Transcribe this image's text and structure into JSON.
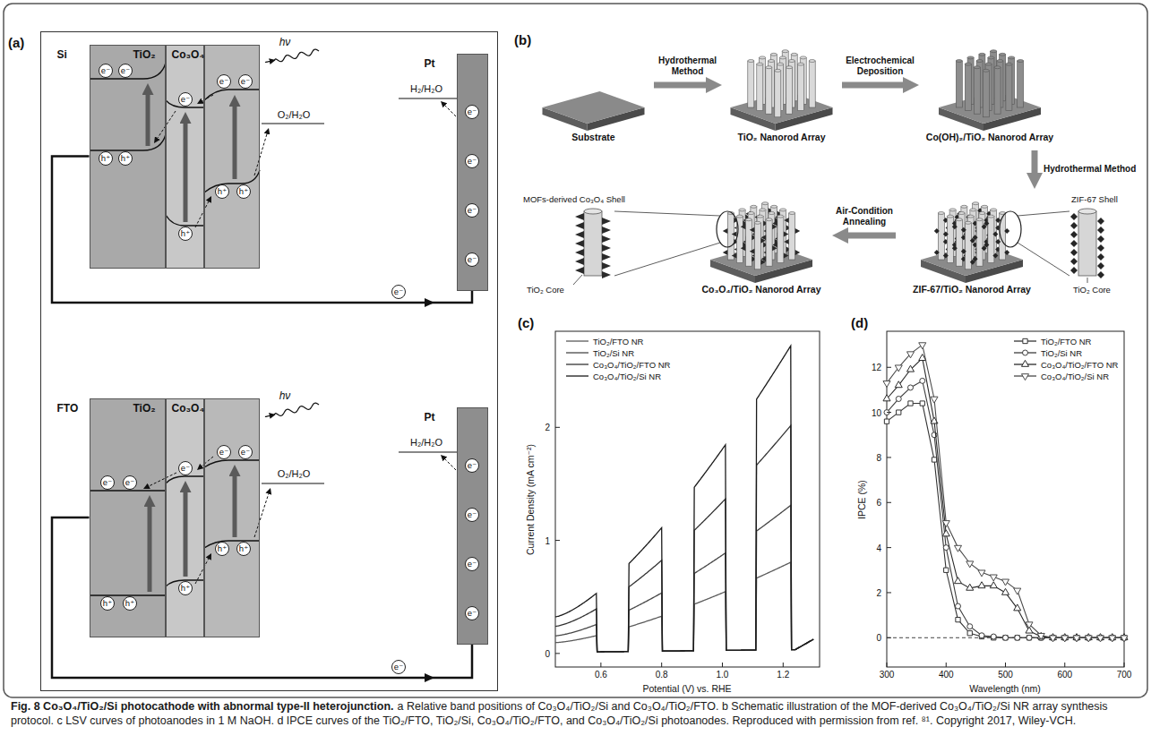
{
  "diagram": {
    "title": "Fig. 8 Co₃O₄/TiO₂/Si photocathode with abnormal type-II heterojunction.",
    "caption": "a Relative band positions of Co₃O₄/TiO₂/Si and Co₃O₄/TiO₂/FTO. b Schematic illustration of the MOF-derived Co₃O₄/TiO₂/Si NR array synthesis protocol. c LSV curves of photoanodes in 1 M NaOH. d IPCE curves of the TiO₂/FTO, TiO₂/Si, Co₃O₄/TiO₂/FTO, and Co₃O₄/TiO₂/Si photoanodes. Reproduced with permission from ref. ⁸¹. Copyright 2017, Wiley-VCH.",
    "nodes": [
      {
        "text": [
          "(a)"
        ]
      },
      {
        "text": [
          "Si"
        ],
        "in": 0
      },
      {
        "text": [
          "TiO₂"
        ],
        "in": 0
      },
      {
        "text": [
          "Co₃O₄"
        ],
        "in": 0
      },
      {
        "text": [
          "Pt"
        ],
        "in": 0
      },
      {
        "text": [
          "FTO"
        ],
        "in": 0
      },
      {
        "text": [
          "TiO₂"
        ],
        "in": 0
      },
      {
        "text": [
          "Co₃O₄"
        ],
        "in": 0
      },
      {
        "text": [
          "Pt"
        ],
        "in": 0
      },
      {
        "text": [
          "Substrate"
        ]
      },
      {
        "text": [
          "TiO₂ Nanorod Array"
        ]
      },
      {
        "text": [
          "Co(OH)₂/TiO₂ Nanorod Array"
        ]
      },
      {
        "text": [
          "ZIF-67/TiO₂ Nanorod Array"
        ]
      },
      {
        "text": [
          "Co₃O₄/TiO₂ Nanorod Array"
        ]
      }
    ],
    "edges": [
      {
        "from": 1,
        "to": 4,
        "arrow": "none"
      },
      {
        "from": 5,
        "to": 8,
        "arrow": "none"
      },
      {
        "from": 9,
        "to": 10,
        "label": "Hydrothermal Method",
        "arrow": "to"
      },
      {
        "from": 10,
        "to": 11,
        "label": "Electrochemical Deposition",
        "arrow": "to"
      },
      {
        "from": 11,
        "to": 12,
        "label": "Hydrothermal Method",
        "arrow": "to"
      },
      {
        "from": 12,
        "to": 13,
        "label": "Air-Condition Annealing",
        "arrow": "to"
      }
    ],
    "labels": [
      "hν",
      "H₂/H₂O",
      "O₂/H₂O",
      "e⁻",
      "e⁻",
      "e⁻",
      "e⁻",
      "e⁻",
      "h⁺",
      "h⁺",
      "h⁺",
      "h⁺",
      "h⁺",
      "e⁻",
      "e⁻",
      "e⁻",
      "e⁻",
      "e⁻",
      "hν",
      "H₂/H₂O",
      "O₂/H₂O",
      "e⁻",
      "e⁻",
      "e⁻",
      "e⁻",
      "e⁻",
      "h⁺",
      "h⁺",
      "h⁺",
      "h⁺",
      "h⁺",
      "e⁻",
      "e⁻",
      "e⁻",
      "e⁻",
      "e⁻",
      "(b)",
      "MOFs-derived Co₃O₄ Shell",
      "TiO₂ Core",
      "ZIF-67 Shell",
      "TiO₂ Core",
      "(c)",
      "Current Density (mA cm⁻²)",
      "Potential (V) vs. RHE",
      "0",
      "1",
      "2",
      "0.6",
      "0.8",
      "1.0",
      "1.2",
      "(d)",
      "IPCE (%)",
      "Wavelength (nm)",
      "0",
      "2",
      "4",
      "6",
      "8",
      "10",
      "12",
      "300",
      "400",
      "500",
      "600",
      "700"
    ],
    "legend": [
      {
        "text": "TiO₂/FTO NR"
      },
      {
        "text": "TiO₂/Si NR"
      },
      {
        "text": "Co₃O₄/TiO₂/FTO NR"
      },
      {
        "text": "Co₃O₄/TiO₂/Si NR"
      },
      {
        "text": "TiO₂/FTO NR"
      },
      {
        "text": "TiO₂/Si NR"
      },
      {
        "text": "Co₃O₄/TiO₂/FTO NR"
      },
      {
        "text": "Co₃O₄/TiO₂/Si NR"
      }
    ]
  }
}
